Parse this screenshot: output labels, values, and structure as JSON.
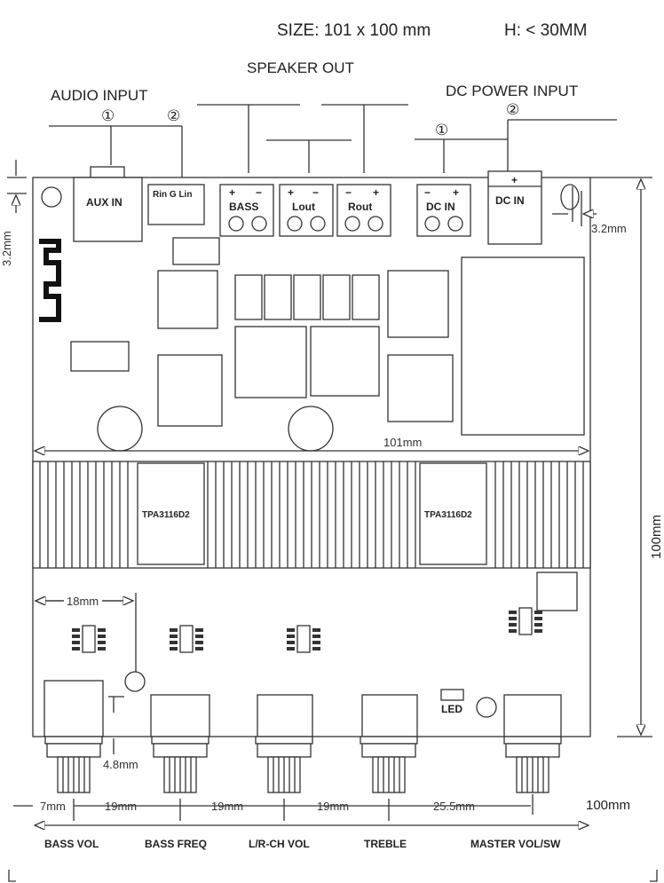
{
  "header": {
    "size": "SIZE:  101 x 100 mm",
    "height": "H:  < 30MM"
  },
  "groups": {
    "speaker_out": "SPEAKER  OUT",
    "audio_input": "AUDIO INPUT",
    "dc_power_input": "DC POWER INPUT"
  },
  "markers": {
    "one": "①",
    "two": "②"
  },
  "connectors": {
    "aux_in": "AUX IN",
    "rin_g_lin": "Rin G  Lin",
    "bass": "BASS",
    "lout": "Lout",
    "rout": "Rout",
    "dc_in_terminal": "DC IN",
    "dc_in_jack": "DC IN",
    "plus": "+",
    "minus": "−"
  },
  "chips": {
    "amp_left": "TPA3116D2",
    "amp_right": "TPA3116D2"
  },
  "led": "LED",
  "dimensions": {
    "width": "101mm",
    "height": "100mm",
    "edge_top": "3.2mm",
    "edge_right": "3.2mm",
    "knob_offset": "18mm",
    "knob_depth": "4.8mm",
    "spacing": [
      "7mm",
      "19mm",
      "19mm",
      "19mm",
      "25.5mm"
    ],
    "total": "100mm"
  },
  "knobs": [
    "BASS VOL",
    "BASS FREQ",
    "L/R-CH VOL",
    "TREBLE",
    "MASTER VOL/SW"
  ]
}
